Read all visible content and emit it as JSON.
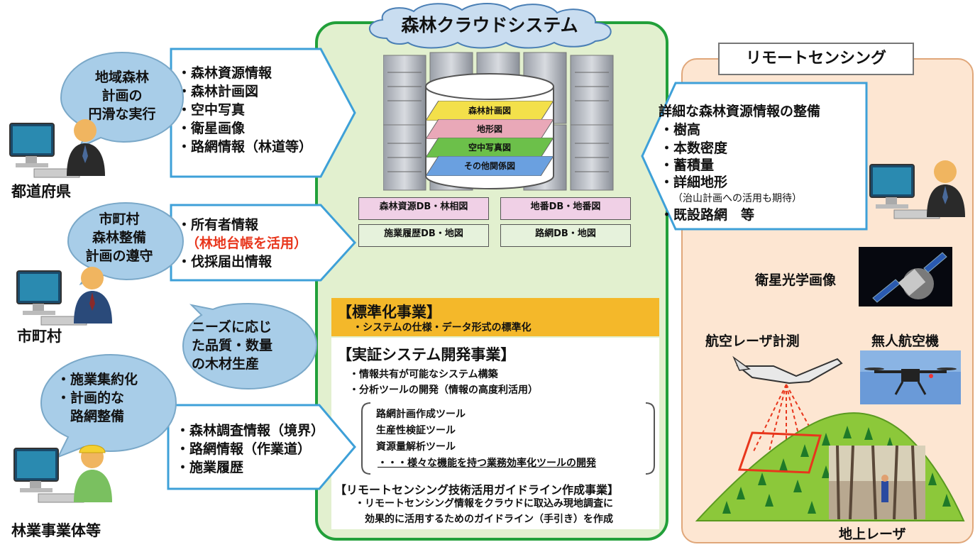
{
  "cloud": {
    "title": "森林クラウドシステム",
    "layers": [
      "森林計画図",
      "地形図",
      "空中写真図",
      "その他関係図"
    ],
    "layer_colors": [
      "#f3e04a",
      "#e9a8b8",
      "#6cc04a",
      "#6aa0e0"
    ],
    "db_boxes": [
      "森林資源DB・林相図",
      "地番DB・地番図",
      "施業履歴DB・地図",
      "路網DB・地図"
    ]
  },
  "users": [
    {
      "label": "都道府県",
      "bubble": "地域森林\n計画の\n円滑な実行",
      "info": [
        "・森林資源情報",
        "・森林計画図",
        "・空中写真",
        "・衛星画像",
        "・路網情報（林道等）"
      ]
    },
    {
      "label": "市町村",
      "bubble": "市町村\n森林整備\n計画の遵守",
      "info_1": "・所有者情報",
      "info_red": "（林地台帳を活用）",
      "info_2": "・伐採届出情報"
    },
    {
      "label": "林業事業体等",
      "bubble": "・施業集約化\n・計画的な\n　路網整備",
      "bubble2": "ニーズに応じ\nた品質・数量\nの木材生産",
      "info": [
        "・森林調査情報（境界）",
        "・路網情報（作業道）",
        "・施業履歴"
      ]
    }
  ],
  "projects": {
    "standard_title": "【標準化事業】",
    "standard_desc": "・システムの仕様・データ形式の標準化",
    "demo_title": "【実証システム開発事業】",
    "demo_items": [
      "・情報共有が可能なシステム構築",
      "・分析ツールの開発（情報の高度利活用）"
    ],
    "tools": [
      "路網計画作成ツール",
      "生産性検証ツール",
      "資源量解析ツール"
    ],
    "tools_summary": "・・・様々な機能を持つ業務効率化ツールの開発",
    "rs_title": "【リモートセンシング技術活用ガイドライン作成事業】",
    "rs_desc": [
      "・リモートセンシング情報をクラウドに取込み現地調査に",
      "効果的に活用するためのガイドライン（手引き）を作成"
    ]
  },
  "remote": {
    "title": "リモートセンシング",
    "detail_title": "詳細な森林資源情報の整備",
    "detail_items": [
      "・樹高",
      "・本数密度",
      "・蓄積量",
      "・詳細地形"
    ],
    "detail_note": "（治山計画への活用も期待）",
    "detail_last": "・既設路網　等",
    "satellite": "衛星光学画像",
    "laser": "航空レーザ計測",
    "drone": "無人航空機",
    "ground": "地上レーザ"
  },
  "colors": {
    "center_bg": "#e2f0cf",
    "center_border": "#22a03a",
    "right_bg": "#fde6d2",
    "right_border": "#e0a77a",
    "arrow_border": "#3ea0d8",
    "bubble": "#a8cde8",
    "standard_bg": "#f4b82a",
    "red": "#e8361c"
  }
}
